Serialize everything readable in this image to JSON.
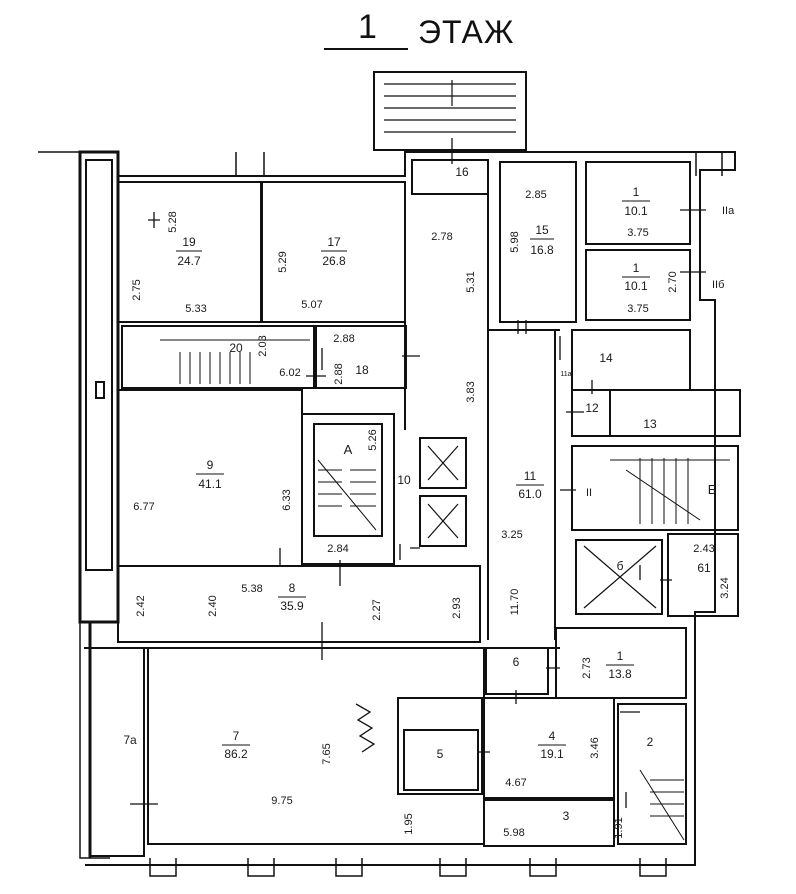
{
  "title": {
    "number": "1",
    "word": "ЭТАЖ"
  },
  "rooms": {
    "r19": {
      "id": "19",
      "area": "24.7"
    },
    "r17": {
      "id": "17",
      "area": "26.8"
    },
    "r16": {
      "id": "16"
    },
    "r15": {
      "id": "15",
      "area": "16.8"
    },
    "r1a": {
      "id": "1",
      "area": "10.1"
    },
    "r1b": {
      "id": "1",
      "area": "10.1"
    },
    "r20": {
      "id": "20"
    },
    "r18": {
      "id": "18"
    },
    "r14": {
      "id": "14"
    },
    "r12": {
      "id": "12"
    },
    "r13": {
      "id": "13"
    },
    "r9": {
      "id": "9",
      "area": "41.1"
    },
    "rA": {
      "id": "А"
    },
    "r10": {
      "id": "10"
    },
    "r11": {
      "id": "11",
      "area": "61.0"
    },
    "rB": {
      "id": "Б"
    },
    "r6b": {
      "id": "б"
    },
    "r61": {
      "id": "61"
    },
    "r8": {
      "id": "8",
      "area": "35.9"
    },
    "r6": {
      "id": "6"
    },
    "r1c": {
      "id": "1",
      "area": "13.8"
    },
    "r7a": {
      "id": "7а"
    },
    "r7": {
      "id": "7",
      "area": "86.2"
    },
    "r5": {
      "id": "5"
    },
    "r4": {
      "id": "4",
      "area": "19.1"
    },
    "r2": {
      "id": "2"
    },
    "r3": {
      "id": "3"
    },
    "r11a": {
      "id": "11а"
    }
  },
  "sections": {
    "IIa": "IIа",
    "IIb": "IIб",
    "II": "II"
  },
  "dimensions": {
    "d528": "5.28",
    "d275": "2.75",
    "d533": "5.33",
    "d529": "5.29",
    "d507": "5.07",
    "d278": "2.78",
    "d531": "5.31",
    "d285": "2.85",
    "d598a": "5.98",
    "d375a": "3.75",
    "d375b": "3.75",
    "d270": "2.70",
    "d203": "2.03",
    "d602": "6.02",
    "d288a": "2.88",
    "d288b": "2.88",
    "d383": "3.83",
    "d677": "6.77",
    "d633": "6.33",
    "d526": "5.26",
    "d284": "2.84",
    "d325": "3.25",
    "d243": "2.43",
    "d324": "3.24",
    "d538": "5.38",
    "d242": "2.42",
    "d240": "2.40",
    "d227": "2.27",
    "d293": "2.93",
    "d1170": "11.70",
    "d273": "2.73",
    "d765": "7.65",
    "d975": "9.75",
    "d195": "1.95",
    "d346": "3.46",
    "d467": "4.67",
    "d598b": "5.98",
    "d191": "1.91"
  }
}
